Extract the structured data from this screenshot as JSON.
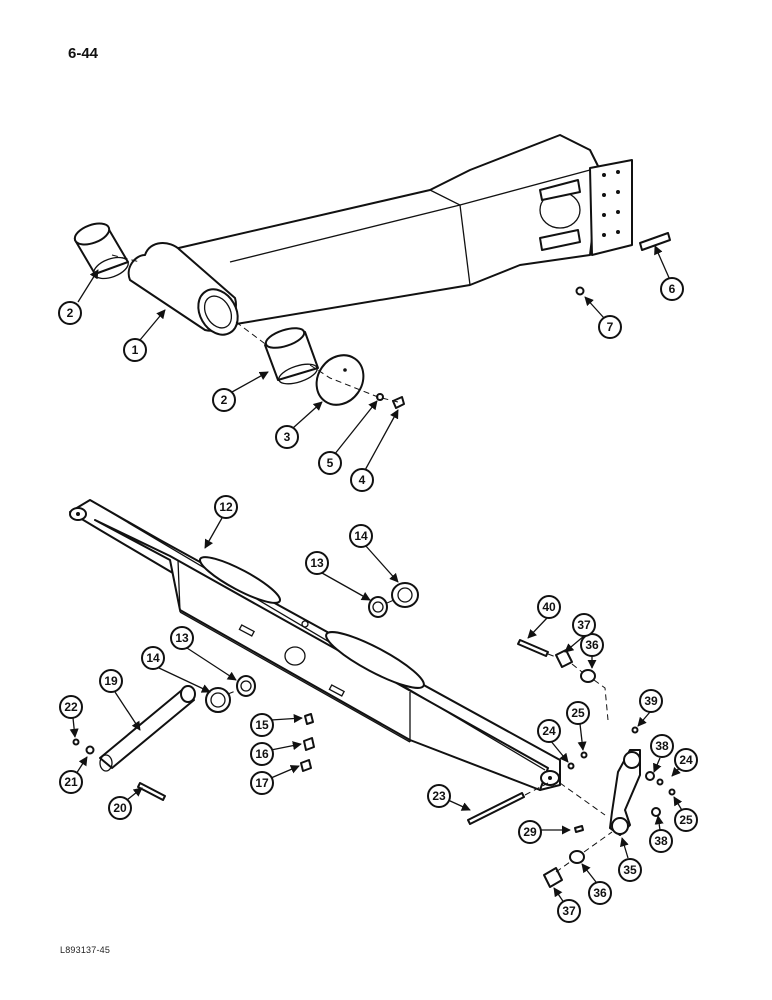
{
  "page": {
    "number": "6-44",
    "figure_code": "L893137-45"
  },
  "callouts": [
    "1",
    "2",
    "2",
    "3",
    "4",
    "5",
    "6",
    "7",
    "12",
    "13",
    "13",
    "14",
    "14",
    "15",
    "16",
    "17",
    "19",
    "20",
    "21",
    "22",
    "23",
    "24",
    "24",
    "25",
    "25",
    "29",
    "35",
    "36",
    "36",
    "37",
    "37",
    "38",
    "38",
    "39",
    "40"
  ]
}
